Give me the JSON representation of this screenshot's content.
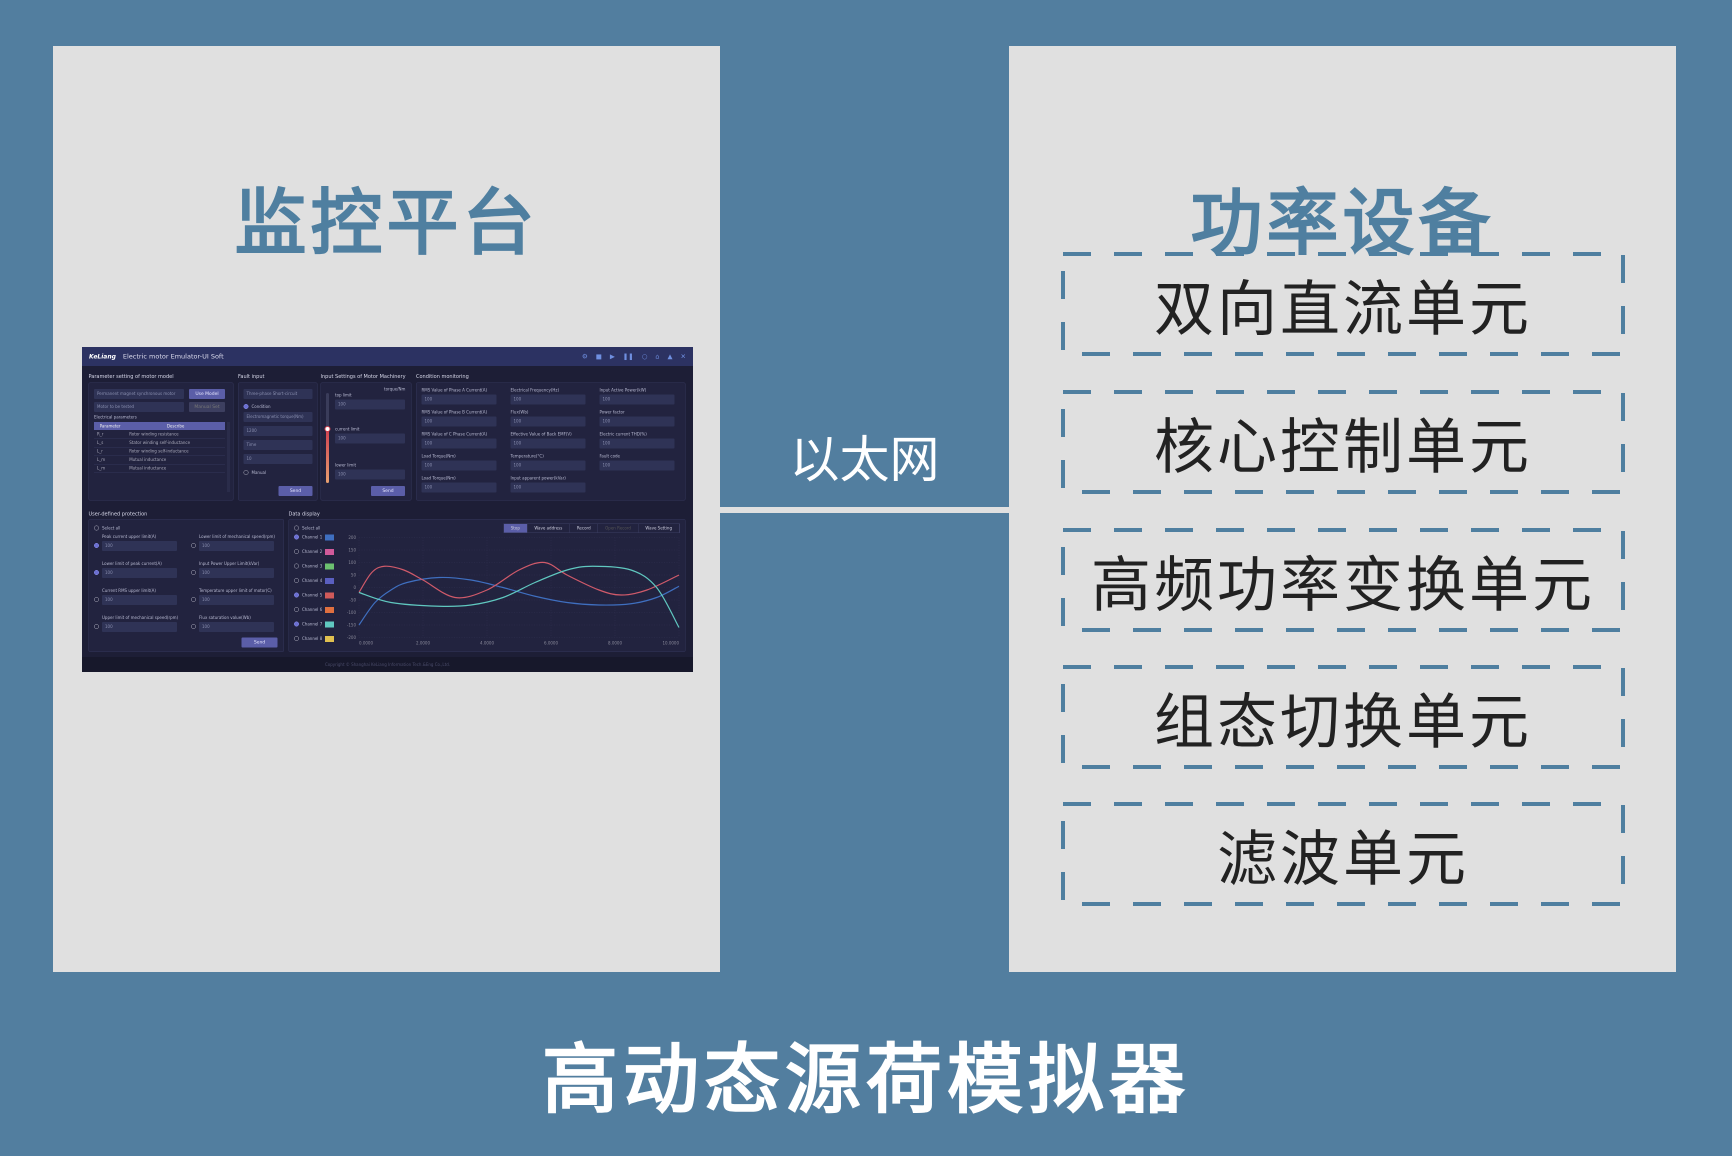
{
  "colors": {
    "background": "#527e9f",
    "panel": "#e0e0e0",
    "accent": "#4f7fa0",
    "ui_bg": "#1d1e36"
  },
  "left": {
    "title": "监控平台"
  },
  "right": {
    "title": "功率设备",
    "units": [
      "双向直流单元",
      "核心控制单元",
      "高频功率变换单元",
      "组态切换单元",
      "滤波单元"
    ]
  },
  "link_label": "以太网",
  "bottom_title": "高动态源荷模拟器",
  "ui": {
    "logo": "KeLiang",
    "title": "Electric motor Emulator-UI Soft",
    "toolbar_icons": [
      "gear-icon",
      "save-icon",
      "play-icon",
      "pause-icon",
      "refresh-icon",
      "home-icon",
      "warning-icon",
      "close-icon"
    ],
    "param": {
      "label": "Parameter setting of motor model",
      "motor_type": "Permanent magnet synchronous motor",
      "use_model": "Use Model",
      "motor_select": "Motor to be tested",
      "manual_set": "Manual Set",
      "electrical": "Electrical parameters",
      "headers": [
        "Parameter",
        "Describe"
      ],
      "rows": [
        [
          "R_r",
          "Rotor winding resistance"
        ],
        [
          "L_s",
          "Stator winding self-inductance"
        ],
        [
          "L_r",
          "Rotor winding self-inductance"
        ],
        [
          "L_m",
          "Mutual inductance"
        ],
        [
          "L_m",
          "Mutual inductance"
        ]
      ]
    },
    "fault": {
      "label": "Fault input",
      "type": "Three-phase Short-circuit",
      "condition": "Condition",
      "torque": "Electromagnetic torque(Nm)",
      "value": "1200",
      "time": "Time",
      "time_value": "10",
      "manual": "Manual",
      "send": "Send"
    },
    "input": {
      "label": "Input Settings of Motor Machinery",
      "unit": "torque/Nm",
      "top": "top limit",
      "top_v": "100",
      "current": "current limit",
      "current_v": "100",
      "lower": "lower limit",
      "lower_v": "100",
      "send": "Send",
      "slider_level": 0.6
    },
    "monitor": {
      "label": "Condition monitoring",
      "fields": [
        "RMS Value of Phase A Current(A)",
        "Electrical Frequency(Hz)",
        "Input Active Power(kW)",
        "RMS Value of Phase B Current(A)",
        "Flux(Wb)",
        "Power factor",
        "RMS Value of C Phase Current(A)",
        "Effective Value of Back EMF(V)",
        "Electric current THD(%)",
        "Load Torque(Nm)",
        "Temperature(°C)",
        "Fault code",
        "Load Torque(Nm)",
        "Input apparent power(kVar)"
      ],
      "value": "100"
    },
    "protect": {
      "label": "User-defined protection",
      "select_all": "Select all",
      "fields": [
        {
          "name": "Peak current upper limit(A)",
          "on": true
        },
        {
          "name": "Lower limit of mechanical speed(rpm)",
          "on": false
        },
        {
          "name": "Lower limit of peak current(A)",
          "on": true
        },
        {
          "name": "Input Power Upper Limit(kVar)",
          "on": false
        },
        {
          "name": "Current RMS upper limit(A)",
          "on": false
        },
        {
          "name": "Temperature upper limit of motor(C)",
          "on": false
        },
        {
          "name": "Upper limit of mechanical speed(rpm)",
          "on": false
        },
        {
          "name": "Flux saturation value(Wb)",
          "on": false
        }
      ],
      "value": "100",
      "send": "Send"
    },
    "display": {
      "label": "Data display",
      "select_all": "Select all",
      "tabs": [
        "Stop",
        "Wave address",
        "Record",
        "Open Record",
        "Wave Setting"
      ],
      "channels": [
        {
          "name": "Channel 1",
          "color": "#3f6fc0",
          "on": true
        },
        {
          "name": "Channel 2",
          "color": "#d05a9a",
          "on": false
        },
        {
          "name": "Channel 3",
          "color": "#6cc070",
          "on": false
        },
        {
          "name": "Channel 4",
          "color": "#5a5fc0",
          "on": false
        },
        {
          "name": "Channel 5",
          "color": "#d05a5a",
          "on": true
        },
        {
          "name": "Channel 6",
          "color": "#e07040",
          "on": false
        },
        {
          "name": "Channel 7",
          "color": "#60c8c0",
          "on": true
        },
        {
          "name": "Channel 8",
          "color": "#e0c050",
          "on": false
        }
      ]
    },
    "footer": "Copyright © Shanghai KeLiang Information Tech.&Eng Co.,Ltd."
  },
  "chart_data": {
    "type": "line",
    "xlim": [
      0,
      10
    ],
    "ylim": [
      -200,
      200
    ],
    "x_ticks": [
      "0.0000",
      "2.0000",
      "4.0000",
      "6.0000",
      "8.0000",
      "10.0000"
    ],
    "y_ticks": [
      "200",
      "150",
      "100",
      "50",
      "0",
      "-50",
      "-100",
      "-150",
      "-200"
    ],
    "grid": true,
    "series": [
      {
        "color": "#3f6fc0",
        "x": [
          0,
          0.5,
          1,
          1.5,
          2.5,
          3.5,
          4.5,
          5.5,
          6.5,
          7.5,
          8.5,
          9.3,
          10
        ],
        "y": [
          -150,
          -60,
          -10,
          20,
          40,
          30,
          0,
          -35,
          -60,
          -70,
          -65,
          -40,
          5
        ]
      },
      {
        "color": "#d05a6a",
        "x": [
          0,
          0.4,
          0.8,
          1.4,
          2,
          3,
          4,
          5,
          5.8,
          6.5,
          7.5,
          8.2,
          9,
          10
        ],
        "y": [
          -20,
          60,
          85,
          70,
          30,
          -40,
          -10,
          70,
          100,
          50,
          -10,
          -30,
          -10,
          50
        ]
      },
      {
        "color": "#60c8c0",
        "x": [
          0,
          1,
          2.5,
          3.5,
          4.5,
          5.5,
          6.5,
          7.3,
          8.5,
          9.3,
          10
        ],
        "y": [
          -20,
          -60,
          -75,
          -70,
          -40,
          20,
          70,
          85,
          70,
          0,
          -160
        ]
      }
    ]
  }
}
